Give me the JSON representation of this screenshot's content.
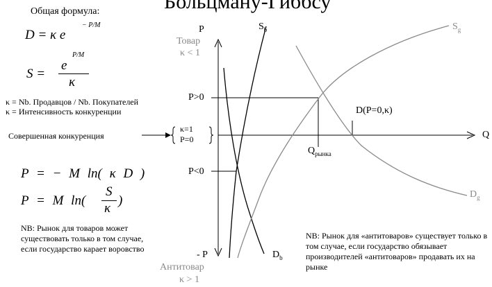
{
  "title_partial": "Больцману-Гиббсу",
  "general_formula_label": "Общая формула:",
  "formula_d": "D = κ e",
  "formula_d_exp": "− P/M",
  "formula_s": "S =",
  "formula_s_num": "e",
  "formula_s_exp": "P/M",
  "formula_s_den": "κ",
  "def_kappa_ratio": "κ = Nb. Продавцов / Nb. Покупателей",
  "def_kappa_intensity": "κ = Интенсивность конкуренции",
  "perfect_competition_label": "Совершенная конкуренция",
  "formula_p1": "P = − M ln( κ D )",
  "formula_p2_left": "P = M ln(",
  "formula_p2_num": "S",
  "formula_p2_den": "κ",
  "formula_p2_right": ")",
  "note_left": "NB: Рынок для товаров может существовать только в том случае, если государство карает воровство",
  "note_right": "NB: Рынок для «антитоваров» существует только в том случае, если государство обязывает производителей «антитоваров» продавать их на рынке",
  "axis": {
    "p_top": "P",
    "tovar": "Товар",
    "tovar_kappa": "κ < 1",
    "p_pos": "P>0",
    "kappa_eq": "κ=1",
    "p_zero": "P=0",
    "p_neg": "P<0",
    "p_bottom": "- P",
    "antitovar": "Антитовар",
    "antitovar_kappa": "κ > 1",
    "q": "Q"
  },
  "labels": {
    "sb": "S",
    "sb_sub": "b",
    "sg": "S",
    "sg_sub": "g",
    "db": "D",
    "db_sub": "b",
    "dg": "D",
    "dg_sub": "g",
    "d_marker": "D(P=0,κ)",
    "q_market": "Q",
    "q_market_sub": "рынка"
  }
}
